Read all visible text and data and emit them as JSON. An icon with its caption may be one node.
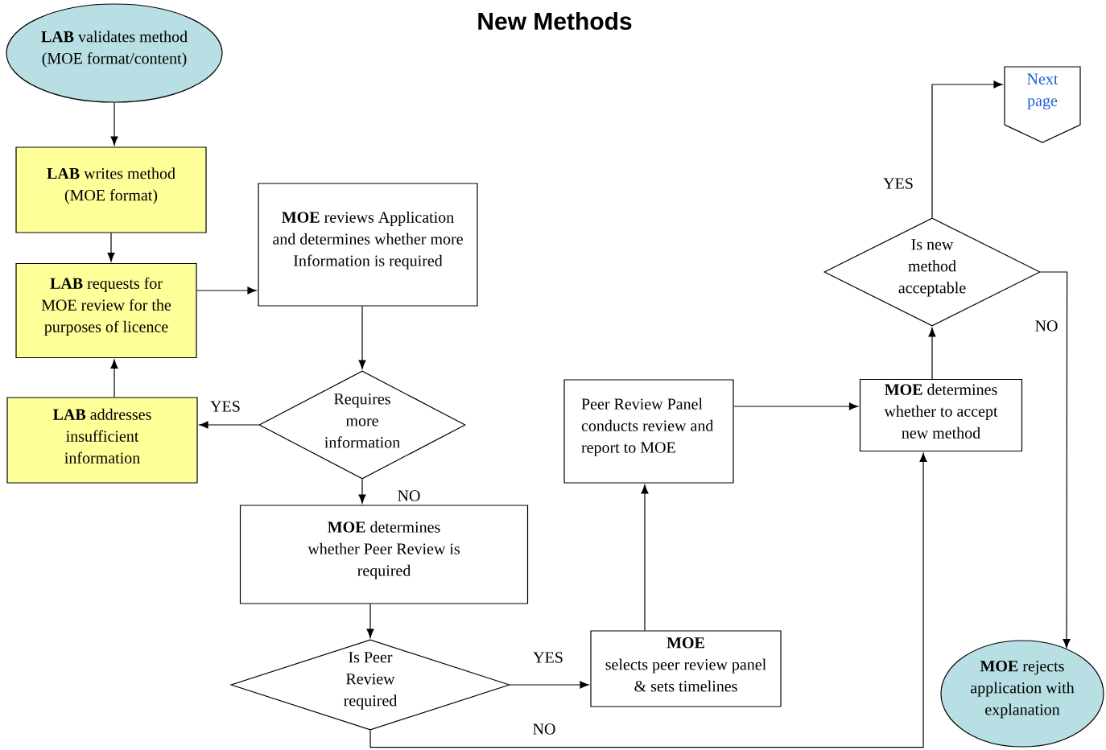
{
  "diagram": {
    "title": "New Methods",
    "nodes": [
      {
        "text": [
          "**LAB** validates method (MOE format/content)"
        ]
      },
      {
        "text": [
          "**LAB** writes method (MOE format)"
        ]
      },
      {
        "text": [
          "**LAB** requests for MOE review for the purposes of licence"
        ]
      },
      {
        "text": [
          "**MOE** reviews Application and determines whether more Information is required"
        ]
      },
      {
        "text": [
          "Requires more information"
        ]
      },
      {
        "text": [
          "**LAB** addresses insufficient information"
        ]
      },
      {
        "text": [
          "**MOE** determines whether Peer Review is required"
        ]
      },
      {
        "text": [
          "Is Peer Review required"
        ]
      },
      {
        "text": [
          "MOE",
          "selects peer review panel & sets timelines"
        ]
      },
      {
        "text": [
          "Peer Review Panel conducts review and report to MOE"
        ]
      },
      {
        "text": [
          "**MOE** determines whether to accept new method"
        ]
      },
      {
        "text": [
          "Is new method acceptable"
        ]
      },
      {
        "text": [
          "Next page"
        ]
      },
      {
        "text": [
          "**MOE** rejects application with explanation"
        ]
      }
    ],
    "edges": [
      {
        "from": 0,
        "to": 1,
        "arrow": "to"
      },
      {
        "from": 1,
        "to": 2,
        "arrow": "to"
      },
      {
        "from": 2,
        "to": 3,
        "arrow": "to"
      },
      {
        "from": 3,
        "to": 4,
        "arrow": "to"
      },
      {
        "from": 4,
        "to": 5,
        "arrow": "to",
        "label": "YES"
      },
      {
        "from": 5,
        "to": 2,
        "arrow": "to"
      },
      {
        "from": 4,
        "to": 6,
        "arrow": "to",
        "label": "NO"
      },
      {
        "from": 6,
        "to": 7,
        "arrow": "to"
      },
      {
        "from": 7,
        "to": 8,
        "arrow": "to",
        "label": "YES"
      },
      {
        "from": 8,
        "to": 9,
        "arrow": "to"
      },
      {
        "from": 9,
        "to": 10,
        "arrow": "to"
      },
      {
        "from": 7,
        "to": 10,
        "arrow": "to",
        "label": "NO"
      },
      {
        "from": 10,
        "to": 11,
        "arrow": "to"
      },
      {
        "from": 11,
        "to": 12,
        "arrow": "to",
        "label": "YES"
      },
      {
        "from": 11,
        "to": 13,
        "arrow": "to",
        "label": "NO"
      }
    ]
  }
}
